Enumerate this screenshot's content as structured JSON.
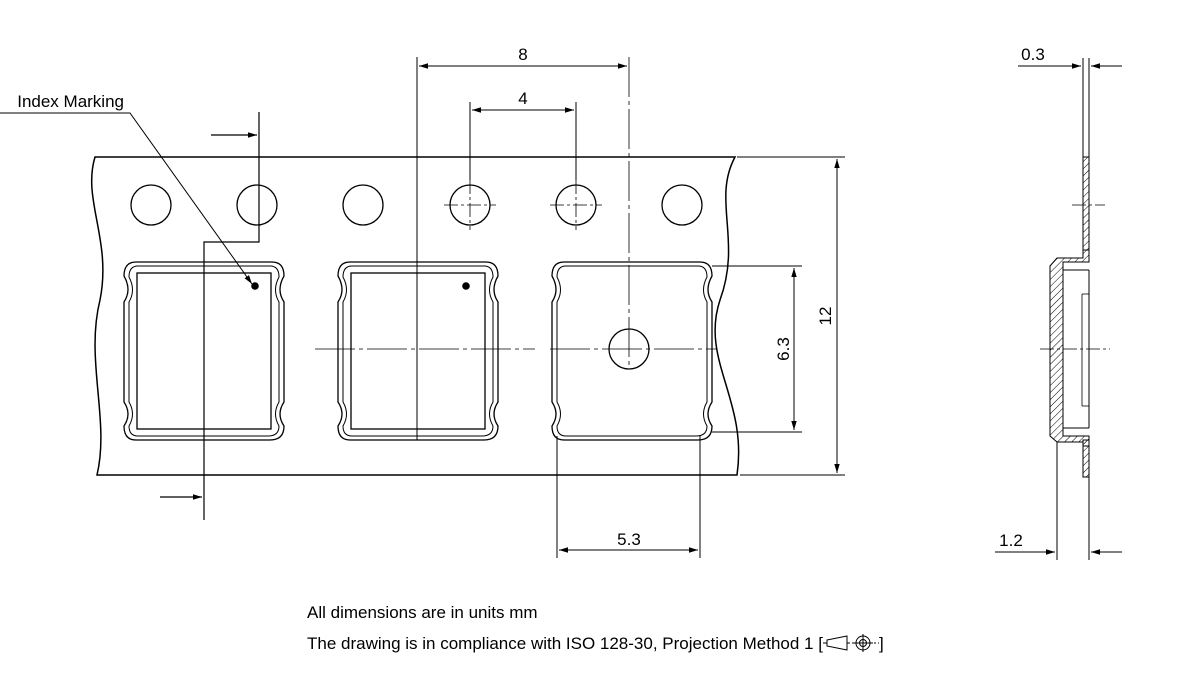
{
  "drawing": {
    "labels": {
      "index_marking": "Index Marking",
      "pitch": "8",
      "hole_pitch": "4",
      "tape_width": "12",
      "pocket_length": "6.3",
      "pocket_width": "5.3",
      "tape_thickness": "0.3",
      "pocket_depth": "1.2"
    },
    "notes": {
      "units": "All dimensions are in units mm",
      "compliance_prefix": "The drawing is in compliance with ISO 128-30, Projection Method 1 [",
      "compliance_suffix": "]"
    },
    "colors": {
      "line": "#000000",
      "background": "#ffffff"
    },
    "icons": {
      "projection": "first-angle-projection-icon"
    }
  }
}
